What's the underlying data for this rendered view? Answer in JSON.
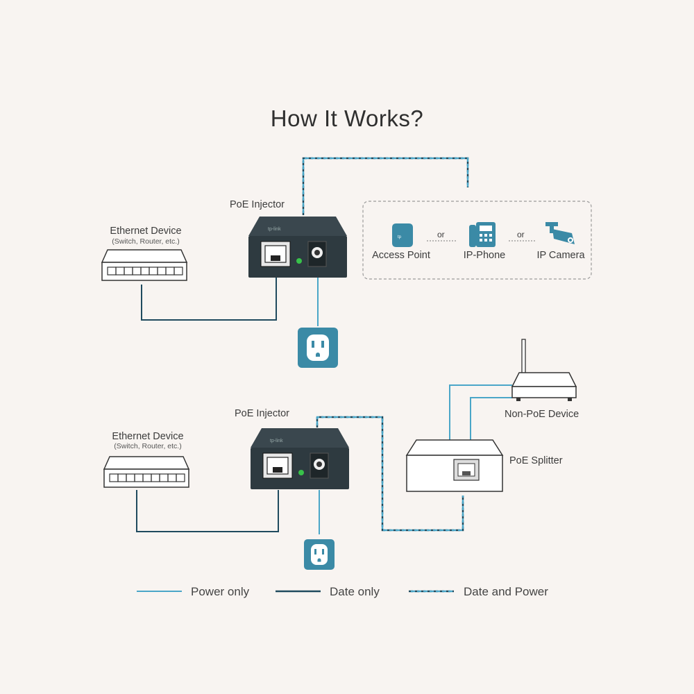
{
  "title": "How It Works?",
  "diagram1": {
    "ethernet_label": "Ethernet Device",
    "ethernet_sub": "(Switch, Router, etc.)",
    "injector_label": "PoE Injector",
    "devices": [
      {
        "label": "Access Point",
        "icon": "access-point-icon"
      },
      {
        "label": "IP-Phone",
        "icon": "ip-phone-icon"
      },
      {
        "label": "IP Camera",
        "icon": "ip-camera-icon"
      }
    ],
    "or_text": "or"
  },
  "diagram2": {
    "ethernet_label": "Ethernet Device",
    "ethernet_sub": "(Switch, Router, etc.)",
    "injector_label": "PoE Injector",
    "non_poe_label": "Non-PoE Device",
    "splitter_label": "PoE Splitter"
  },
  "legend": [
    {
      "label": "Power only",
      "style": "solid",
      "color": "#4aa6c8"
    },
    {
      "label": "Date only",
      "style": "solid",
      "color": "#1f4a5e"
    },
    {
      "label": "Date and Power",
      "style": "dashed",
      "color": "#2c86b0"
    }
  ],
  "colors": {
    "background": "#f8f4f1",
    "power_line": "#4aa6c8",
    "data_line": "#1f4a5e",
    "outlet_bg": "#3b8aa6",
    "device_icon": "#3b8aa6",
    "injector_body": "#2e3a40"
  }
}
